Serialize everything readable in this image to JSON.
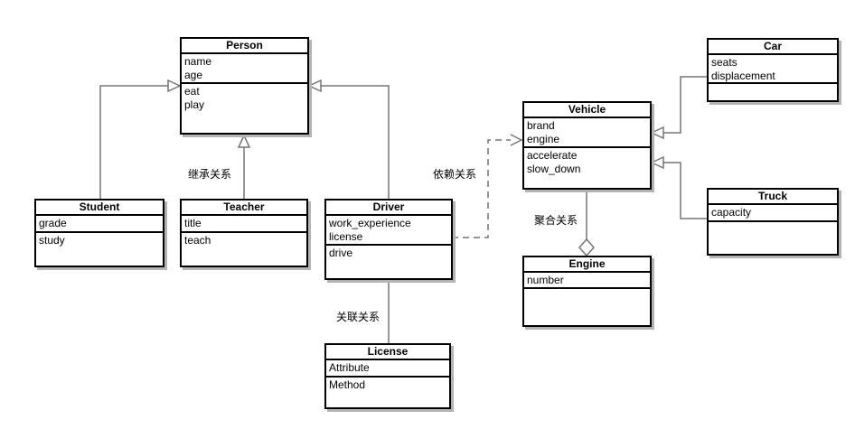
{
  "classes": {
    "person": {
      "name": "Person",
      "attributes": [
        "name",
        "age"
      ],
      "methods": [
        "eat",
        "play"
      ]
    },
    "student": {
      "name": "Student",
      "attributes": [
        "grade"
      ],
      "methods": [
        "study"
      ]
    },
    "teacher": {
      "name": "Teacher",
      "attributes": [
        "title"
      ],
      "methods": [
        "teach"
      ]
    },
    "driver": {
      "name": "Driver",
      "attributes": [
        "work_experience",
        "license"
      ],
      "methods": [
        "drive"
      ]
    },
    "license": {
      "name": "License",
      "attributes": [
        "Attribute"
      ],
      "methods": [
        "Method"
      ]
    },
    "vehicle": {
      "name": "Vehicle",
      "attributes": [
        "brand",
        "engine"
      ],
      "methods": [
        "accelerate",
        "slow_down"
      ]
    },
    "engine": {
      "name": "Engine",
      "attributes": [
        "number"
      ],
      "methods": []
    },
    "car": {
      "name": "Car",
      "attributes": [
        "seats",
        "displacement"
      ],
      "methods": []
    },
    "truck": {
      "name": "Truck",
      "attributes": [
        "capacity"
      ],
      "methods": []
    }
  },
  "labels": {
    "inheritance": "继承关系",
    "dependency": "依赖关系",
    "association": "关联关系",
    "aggregation": "聚合关系"
  },
  "colors": {
    "box_border": "#000000",
    "box_background": "#ffffff",
    "line": "#757575",
    "shadow": "#b3b3b3",
    "text": "#000000"
  }
}
